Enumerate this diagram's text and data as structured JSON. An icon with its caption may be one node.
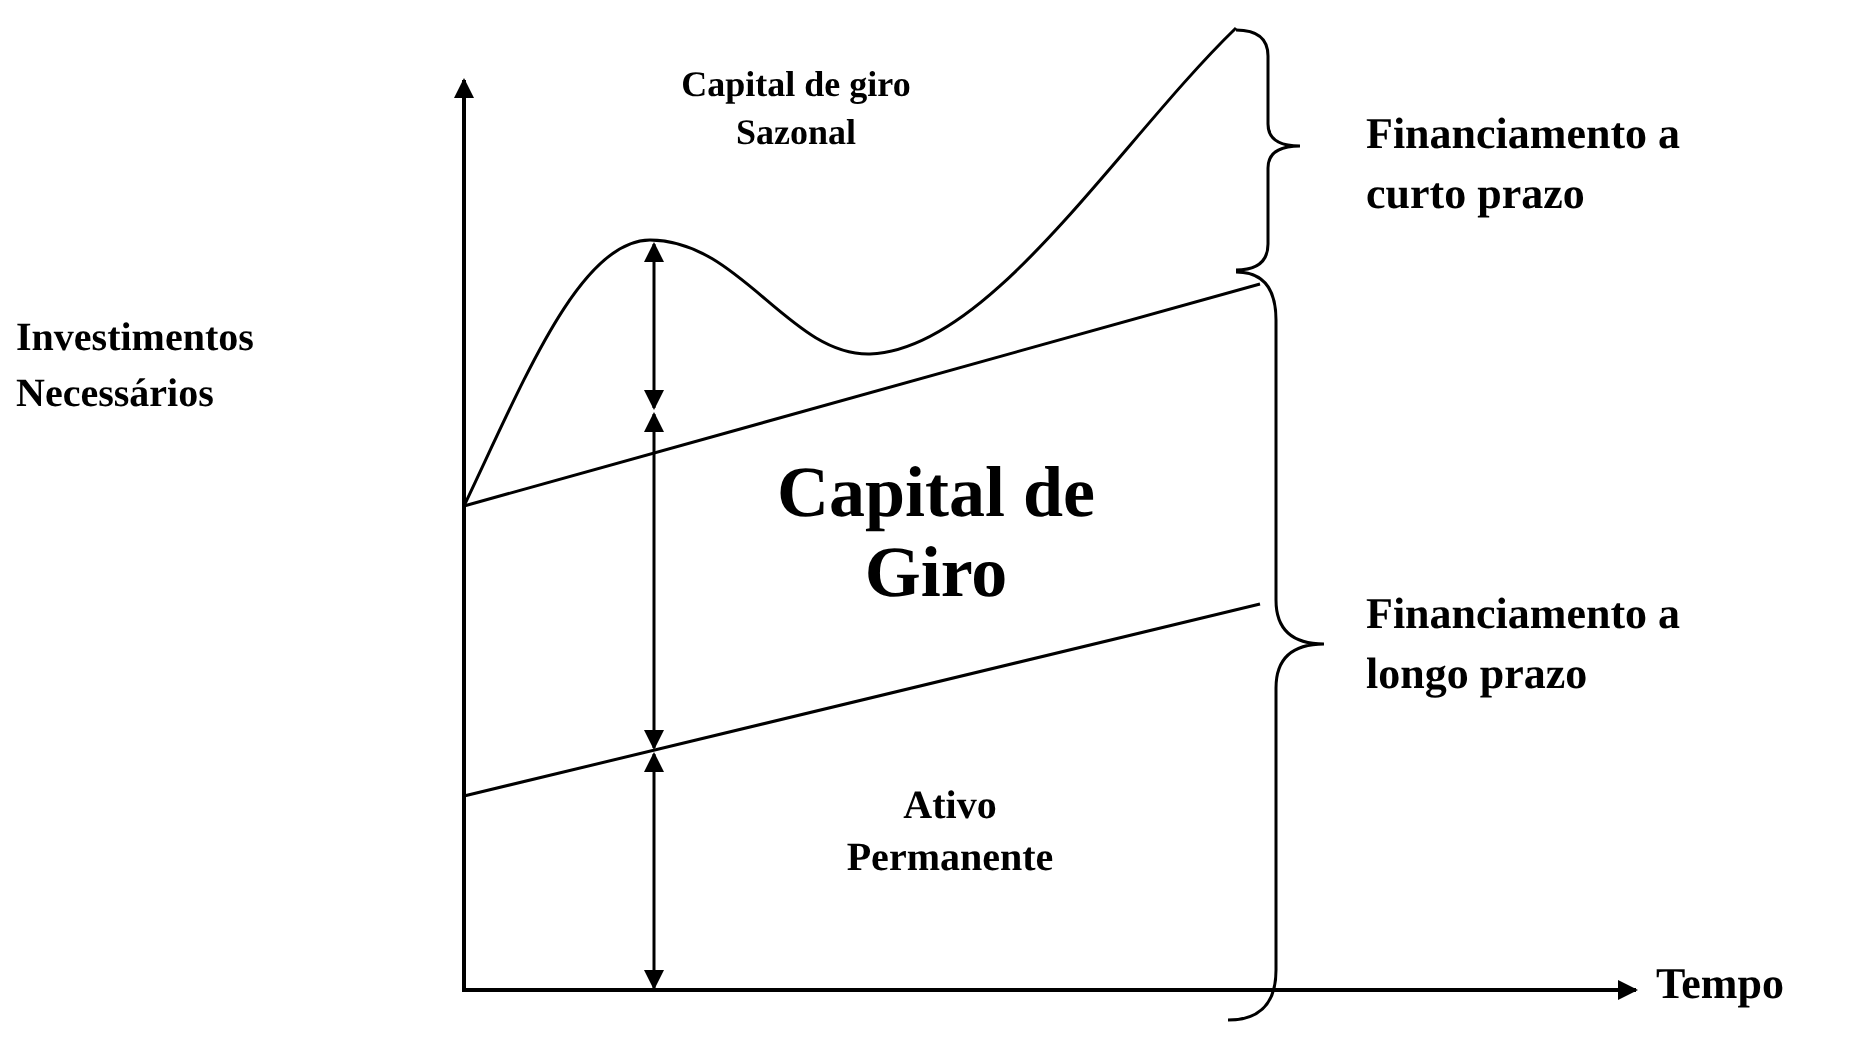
{
  "diagram": {
    "labels": [
      "Capital de giro Sazonal",
      "Financiamento a curto prazo",
      "Investimentos Necessários",
      "Capital de Giro",
      "Financiamento a longo prazo",
      "Ativo Permanente",
      "Tempo"
    ]
  }
}
